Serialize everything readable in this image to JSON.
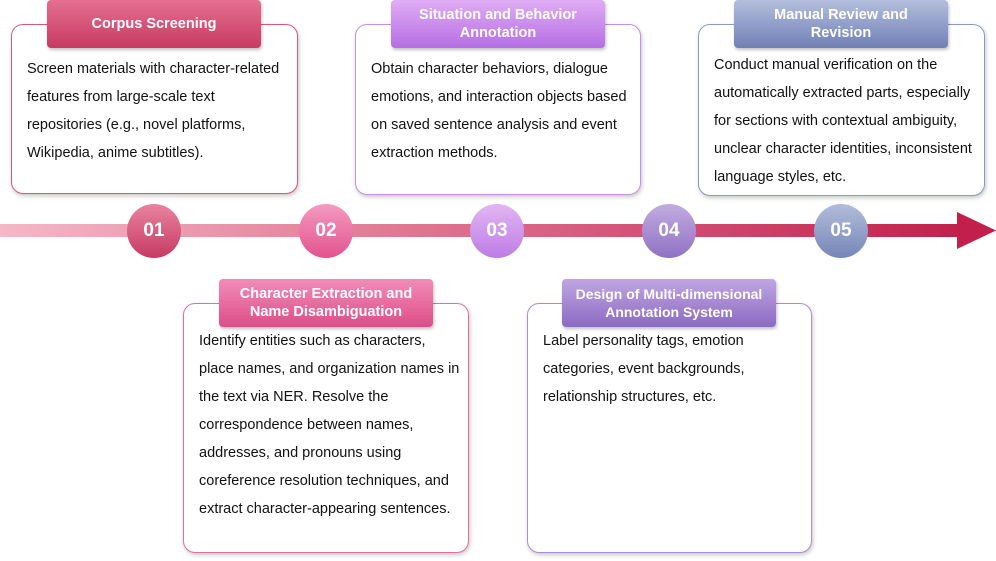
{
  "steps": [
    {
      "number": "01",
      "title": "Corpus Screening",
      "text": "Screen materials with character-related features from large-scale text repositories (e.g., novel platforms, Wikipedia, anime subtitles)."
    },
    {
      "number": "02",
      "title_line1": "Character Extraction and",
      "title_line2": "Name Disambiguation",
      "text": "Identify entities such as characters, place names, and organization names in the text via NER. Resolve the correspondence between names, addresses, and pronouns using coreference resolution techniques, and extract character-appearing sentences."
    },
    {
      "number": "03",
      "title_line1": "Situation and Behavior",
      "title_line2": "Annotation",
      "text": "Obtain character behaviors, dialogue emotions, and interaction objects based on saved sentence analysis and event extraction methods."
    },
    {
      "number": "04",
      "title_line1": "Design of Multi-dimensional",
      "title_line2": "Annotation System",
      "text": "Label personality tags, emotion categories, event backgrounds, relationship structures, etc."
    },
    {
      "number": "05",
      "title_line1": "Manual Review and",
      "title_line2": "Revision",
      "text": "Conduct manual verification on the automatically extracted parts, especially for sections with contextual ambiguity, unclear character identities, inconsistent language styles, etc."
    }
  ],
  "colors": {
    "step1": "#c2325a",
    "step2": "#e05590",
    "step3": "#b86ee6",
    "step4": "#8a6cc0",
    "step5": "#6f7fb4",
    "arrow_start": "#f3b3c3",
    "arrow_end": "#c21f4c"
  }
}
